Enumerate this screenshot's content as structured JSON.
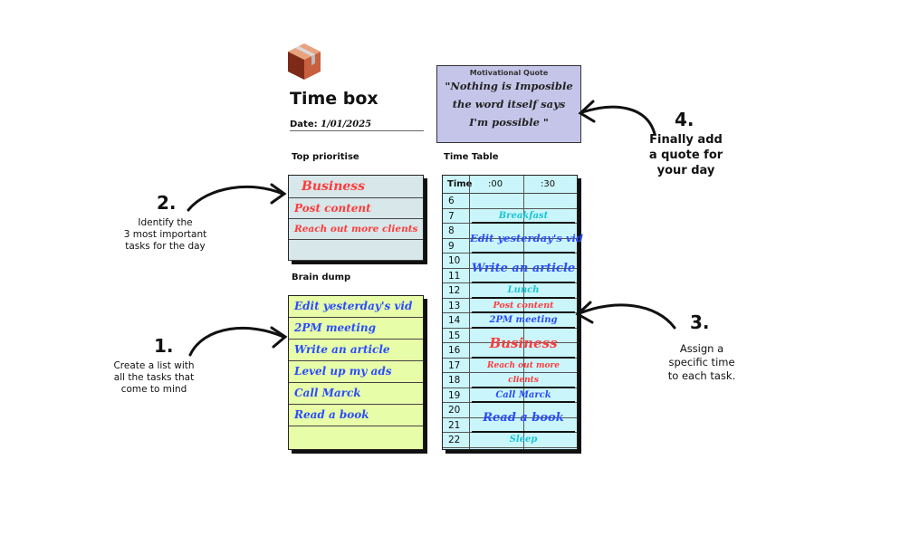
{
  "header": {
    "title": "Time box",
    "date_label": "Date:",
    "date_value": "1/01/2025"
  },
  "quote": {
    "heading": "Motivational Quote",
    "lines": [
      "\"Nothing is Imposible",
      "the word itself says",
      "I'm possible \""
    ]
  },
  "sections": {
    "priorities": "Top prioritise",
    "brain_dump": "Brain dump",
    "time_table": "Time Table"
  },
  "priorities": [
    {
      "text": "Business",
      "color": "#ff3b3b",
      "size": 14
    },
    {
      "text": "Post content",
      "color": "#ff3b3b",
      "size": 12
    },
    {
      "text": "Reach out more clients",
      "color": "#ff3b3b",
      "size": 10.5
    },
    {
      "text": "",
      "color": "#ff3b3b",
      "size": 12
    }
  ],
  "brain_dump": [
    {
      "text": "Edit yesterday's vid"
    },
    {
      "text": " 2PM meeting"
    },
    {
      "text": "Write an article"
    },
    {
      "text": "Level up my ads"
    },
    {
      "text": "Call Marck"
    },
    {
      "text": "Read a book"
    },
    {
      "text": ""
    }
  ],
  "time_table": {
    "header": {
      "time": "Time",
      "col1": ":00",
      "col2": ":30"
    },
    "hours": [
      "6",
      "7",
      "8",
      "9",
      "10",
      "11",
      "12",
      "13",
      "14",
      "15",
      "16",
      "17",
      "18",
      "19",
      "20",
      "21",
      "22"
    ],
    "events": [
      {
        "text": "Breakfast",
        "start": 7,
        "span": 1,
        "color": "#1cc3d6",
        "size": 10
      },
      {
        "text": "Edit yesterday's vid",
        "start": 8,
        "span": 2,
        "color": "#2a4cff",
        "size": 11.5
      },
      {
        "text": "Write an article",
        "start": 10,
        "span": 2,
        "color": "#2a4cff",
        "size": 13
      },
      {
        "text": "Lunch",
        "start": 12,
        "span": 1,
        "color": "#1cc3d6",
        "size": 10
      },
      {
        "text": "Post content",
        "start": 13,
        "span": 1,
        "color": "#ff3b3b",
        "size": 9.5
      },
      {
        "text": "2PM meeting",
        "start": 14,
        "span": 1,
        "color": "#2a4cff",
        "size": 10
      },
      {
        "text": "Business",
        "start": 15,
        "span": 2,
        "color": "#ff3b3b",
        "size": 15
      },
      {
        "text": "Reach out more",
        "start": 17,
        "span": 1,
        "color": "#ff3b3b",
        "size": 9
      },
      {
        "text": "clients",
        "start": 18,
        "span": 1,
        "color": "#ff3b3b",
        "size": 9
      },
      {
        "text": "Call Marck",
        "start": 19,
        "span": 1,
        "color": "#2a4cff",
        "size": 10
      },
      {
        "text": "Read a book",
        "start": 20,
        "span": 2,
        "color": "#2a4cff",
        "size": 13
      },
      {
        "text": "Sleep",
        "start": 22,
        "span": 1,
        "color": "#1cc3d6",
        "size": 10
      }
    ]
  },
  "steps": [
    {
      "num": "1.",
      "text": [
        "Create a list with",
        "all the tasks that",
        "come to mind"
      ]
    },
    {
      "num": "2.",
      "text": [
        "Identify the",
        "3 most important",
        "tasks for the day"
      ]
    },
    {
      "num": "3.",
      "text": [
        "Assign a",
        "specific time",
        "to each task."
      ]
    },
    {
      "num": "4.",
      "text": [
        "Finally add",
        "a quote for",
        "your day"
      ]
    }
  ]
}
